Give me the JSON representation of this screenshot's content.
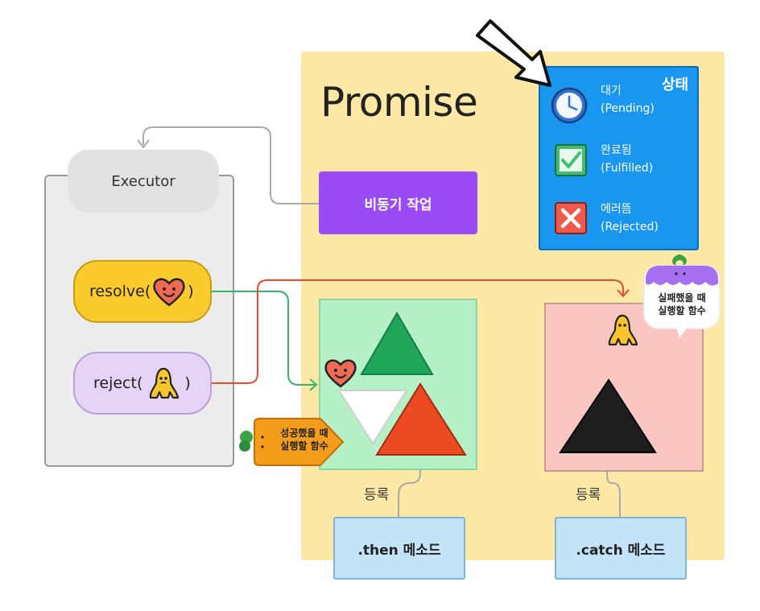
{
  "promise_title": "Promise",
  "executor": {
    "label": "Executor",
    "resolve_label": "resolve(",
    "resolve_close": ")",
    "reject_label": "reject(",
    "reject_close": ")"
  },
  "async_task": "비동기 작업",
  "states": {
    "title": "상태",
    "items": [
      {
        "ko": "대기",
        "en": "(Pending)",
        "icon": "clock-icon"
      },
      {
        "ko": "완료됨",
        "en": "(Fulfilled)",
        "icon": "check-icon"
      },
      {
        "ko": "에러뜸",
        "en": "(Rejected)",
        "icon": "x-icon"
      }
    ]
  },
  "then_method": ".then 메소드",
  "catch_method": ".catch 메소드",
  "register_then": "등록",
  "register_catch": "등록",
  "success_sticker": {
    "line1": "성공했을 때",
    "line2": "실행할 함수"
  },
  "failure_sticker": {
    "line1": "실패했을 때",
    "line2": "실행할 함수"
  },
  "colors": {
    "promise_bg": "#fde8a6",
    "async_purple": "#9a4bf5",
    "state_blue": "#1996f0",
    "then_green": "#b5f0c7",
    "catch_pink": "#f9c6c2",
    "resolve_yellow": "#fbcb2e",
    "reject_lavender": "#e6d4f7",
    "green_arrow": "#2fb86b",
    "red_arrow": "#ea4a2a"
  }
}
